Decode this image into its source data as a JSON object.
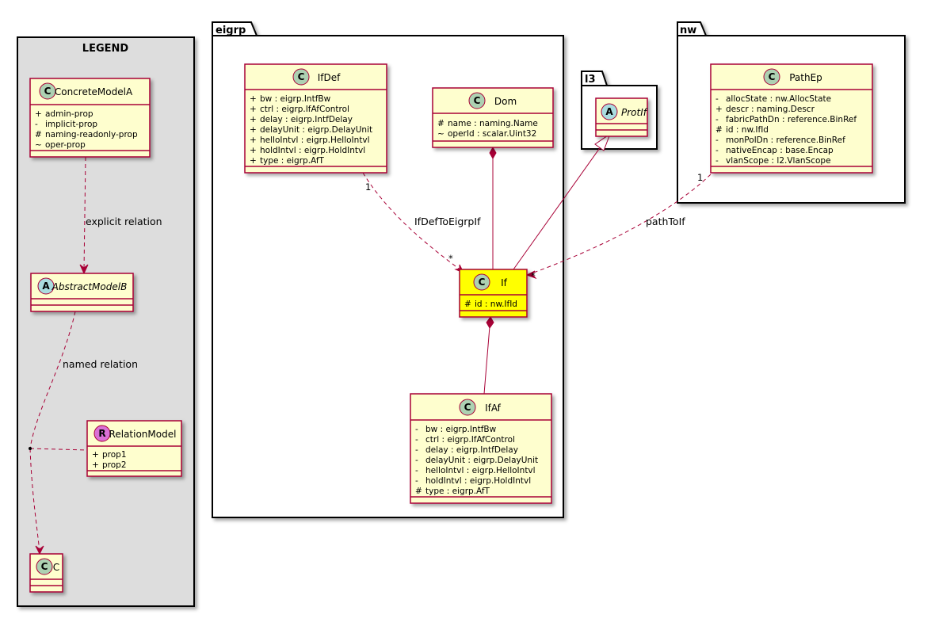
{
  "legend": {
    "title": "LEGEND",
    "concrete": {
      "name": "ConcreteModelA",
      "stereo": "C",
      "attrs": [
        {
          "vis": "+",
          "text": "admin-prop"
        },
        {
          "vis": "-",
          "text": "implicit-prop"
        },
        {
          "vis": "#",
          "text": "naming-readonly-prop"
        },
        {
          "vis": "~",
          "text": "oper-prop"
        }
      ]
    },
    "abstract": {
      "name": "AbstractModelB",
      "stereo": "A"
    },
    "relation_model": {
      "name": "RelationModel",
      "stereo": "R",
      "attrs": [
        {
          "vis": "+",
          "text": "prop1"
        },
        {
          "vis": "+",
          "text": "prop2"
        }
      ]
    },
    "c": {
      "name": "C",
      "stereo": "C"
    },
    "explicit_relation": "explicit relation",
    "named_relation": "named relation"
  },
  "packages": {
    "eigrp": "eigrp",
    "l3": "l3",
    "nw": "nw"
  },
  "classes": {
    "ifdef": {
      "name": "IfDef",
      "stereo": "C",
      "attrs": [
        {
          "vis": "+",
          "text": "bw : eigrp.IntfBw"
        },
        {
          "vis": "+",
          "text": "ctrl : eigrp.IfAfControl"
        },
        {
          "vis": "+",
          "text": "delay : eigrp.IntfDelay"
        },
        {
          "vis": "+",
          "text": "delayUnit : eigrp.DelayUnit"
        },
        {
          "vis": "+",
          "text": "helloIntvl : eigrp.HelloIntvl"
        },
        {
          "vis": "+",
          "text": "holdIntvl : eigrp.HoldIntvl"
        },
        {
          "vis": "+",
          "text": "type : eigrp.AfT"
        }
      ]
    },
    "dom": {
      "name": "Dom",
      "stereo": "C",
      "attrs": [
        {
          "vis": "#",
          "text": "name : naming.Name"
        },
        {
          "vis": "~",
          "text": "operId : scalar.Uint32"
        }
      ]
    },
    "if": {
      "name": "If",
      "stereo": "C",
      "attrs": [
        {
          "vis": "#",
          "text": "id : nw.IfId"
        }
      ]
    },
    "ifaf": {
      "name": "IfAf",
      "stereo": "C",
      "attrs": [
        {
          "vis": "-",
          "text": "bw : eigrp.IntfBw"
        },
        {
          "vis": "-",
          "text": "ctrl : eigrp.IfAfControl"
        },
        {
          "vis": "-",
          "text": "delay : eigrp.IntfDelay"
        },
        {
          "vis": "-",
          "text": "delayUnit : eigrp.DelayUnit"
        },
        {
          "vis": "-",
          "text": "helloIntvl : eigrp.HelloIntvl"
        },
        {
          "vis": "-",
          "text": "holdIntvl : eigrp.HoldIntvl"
        },
        {
          "vis": "#",
          "text": "type : eigrp.AfT"
        }
      ]
    },
    "protif": {
      "name": "ProtIf",
      "stereo": "A"
    },
    "pathep": {
      "name": "PathEp",
      "stereo": "C",
      "attrs": [
        {
          "vis": "-",
          "text": "allocState : nw.AllocState"
        },
        {
          "vis": "+",
          "text": "descr : naming.Descr"
        },
        {
          "vis": "-",
          "text": "fabricPathDn : reference.BinRef"
        },
        {
          "vis": "#",
          "text": "id : nw.IfId"
        },
        {
          "vis": "-",
          "text": "monPolDn : reference.BinRef"
        },
        {
          "vis": "-",
          "text": "nativeEncap : base.Encap"
        },
        {
          "vis": "-",
          "text": "vlanScope : l2.VlanScope"
        }
      ]
    }
  },
  "relations": {
    "ifdef_to_if": {
      "label": "IfDefToEigrpIf",
      "from_mult": "1",
      "to_mult": "*"
    },
    "path_to_if": {
      "label": "pathToIf",
      "from_mult": "1",
      "to_mult": "*"
    }
  },
  "colors": {
    "class_fill": "#FEFECE",
    "highlight_fill": "#FFFF00",
    "border": "#A80036",
    "legend_bg": "#DDDDDD",
    "circle_c": "#ADD1B2",
    "circle_a": "#A9DCDF",
    "circle_r": "#DA70D6"
  }
}
